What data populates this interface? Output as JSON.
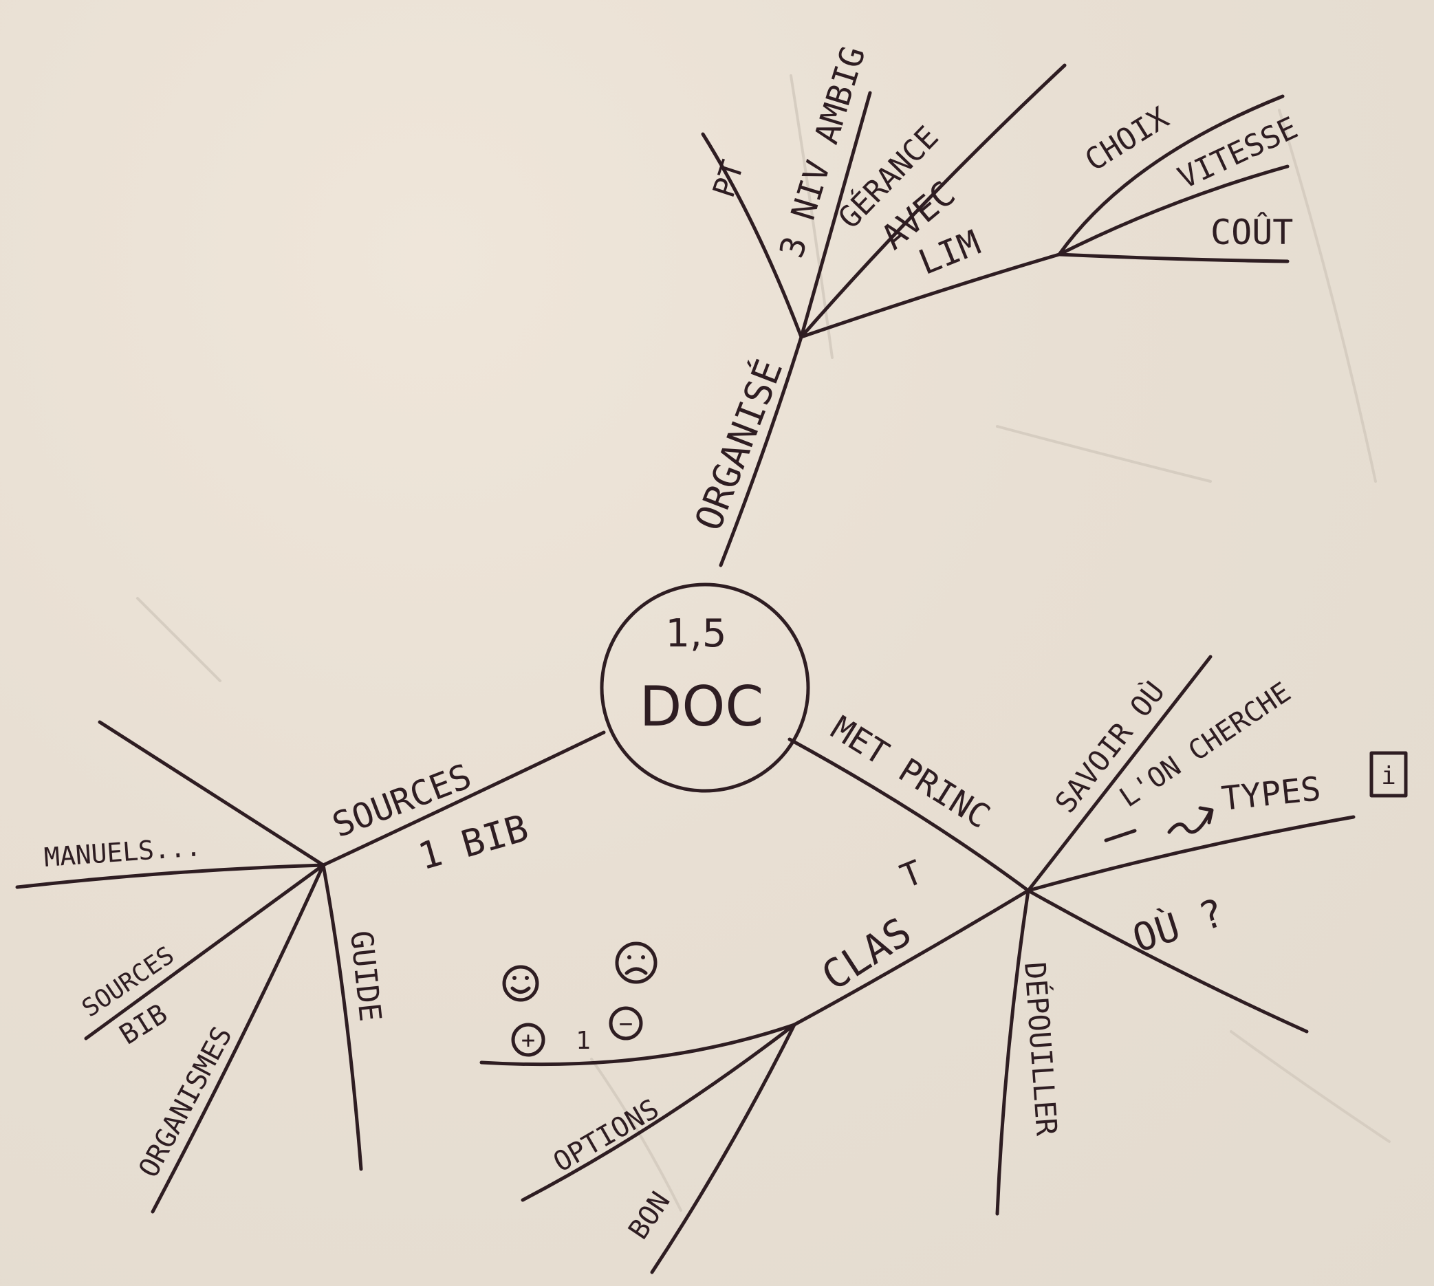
{
  "center": {
    "line1": "1,5",
    "line2": "DOC"
  },
  "branches": {
    "organise": {
      "label": "ORGANISÉ",
      "children": {
        "pt": "PT",
        "niv_ambi": "3 NIV AMBIG",
        "gerance": "GÉRANCE",
        "avec": "AVEC",
        "lim": "LIM",
        "choix": "CHOIX",
        "vitesse": "VITESSE",
        "cout": "COÛT"
      }
    },
    "sources": {
      "label": "SOURCES",
      "sublabel": "1 BIB",
      "children": {
        "manuels": "MANUELS...",
        "sources": "SOURCES",
        "bib": "BIB",
        "organismes": "ORGANISMES",
        "guide": "GUIDE"
      }
    },
    "met_princ": {
      "label": "MET PRINC",
      "children": {
        "savoir_ou": "SAVOIR OÙ",
        "lon_cherche": "L'ON CHERCHE",
        "types": "TYPES",
        "types_box": "i",
        "ou": "OÙ ?",
        "depouiller": "DÉPOUILLER",
        "clas": "CLAS",
        "clas_t": "T",
        "options": "OPTIONS",
        "bon": "BON",
        "plus": "+",
        "et": "1",
        "minus": "−"
      }
    }
  }
}
